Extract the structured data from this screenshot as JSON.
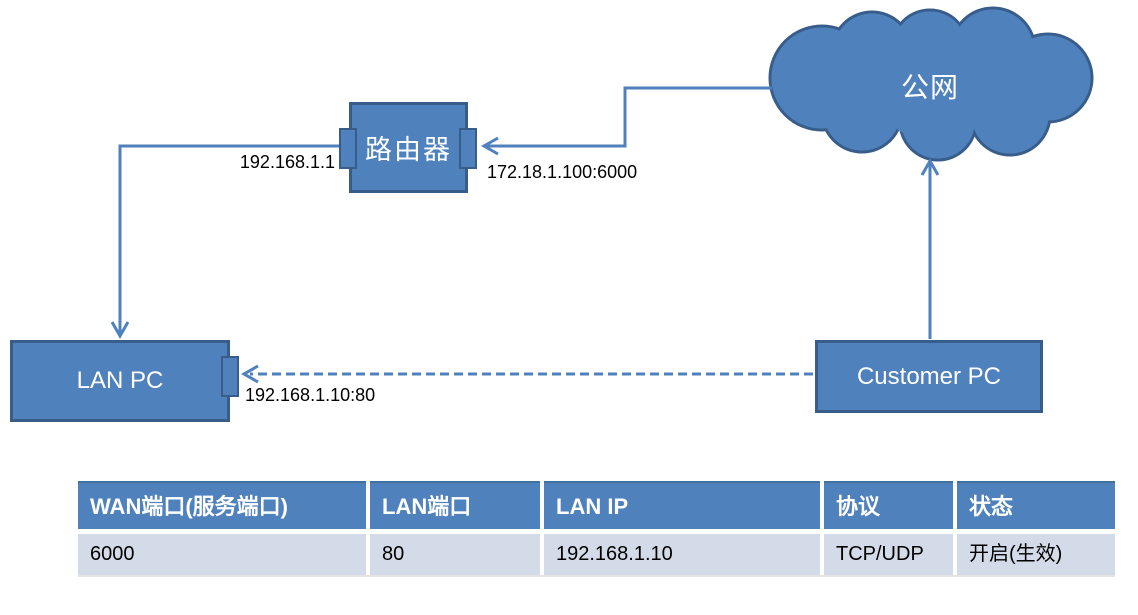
{
  "diagram": {
    "cloud": {
      "label": "公网"
    },
    "router": {
      "label": "路由器",
      "lan_ip_label": "192.168.1.1",
      "wan_endpoint_label": "172.18.1.100:6000"
    },
    "lan_pc": {
      "label": "LAN PC",
      "endpoint_label": "192.168.1.10:80"
    },
    "customer_pc": {
      "label": "Customer PC"
    }
  },
  "table": {
    "headers": [
      "WAN端口(服务端口)",
      "LAN端口",
      "LAN IP",
      "协议",
      "状态"
    ],
    "rows": [
      [
        "6000",
        "80",
        "192.168.1.10",
        "TCP/UDP",
        "开启(生效)"
      ]
    ]
  },
  "colors": {
    "shape_fill": "#4f81bd",
    "shape_border": "#385d8a",
    "connector": "#4f81bd",
    "table_header_bg": "#4f81bd",
    "table_header_text": "#ffffff",
    "table_row_bg": "#d3dbe8",
    "label_text": "#000000"
  }
}
